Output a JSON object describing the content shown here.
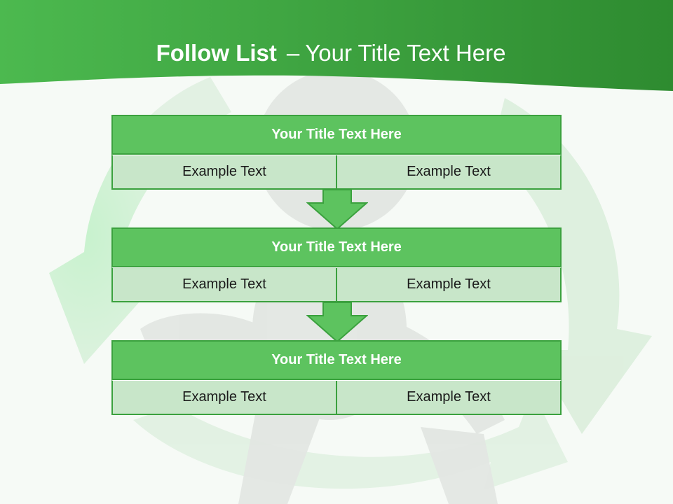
{
  "title": {
    "bold": "Follow List",
    "dash": "–",
    "rest": "Your Title Text Here"
  },
  "blocks": [
    {
      "title": "Your Title Text Here",
      "left": "Example Text",
      "right": "Example Text"
    },
    {
      "title": "Your Title Text Here",
      "left": "Example Text",
      "right": "Example Text"
    },
    {
      "title": "Your Title Text Here",
      "left": "Example Text",
      "right": "Example Text"
    }
  ],
  "colors": {
    "header_green": "#3fae42",
    "block_title": "#5dc35f",
    "block_cell": "#c8e6c9",
    "border": "#3ba13e"
  }
}
